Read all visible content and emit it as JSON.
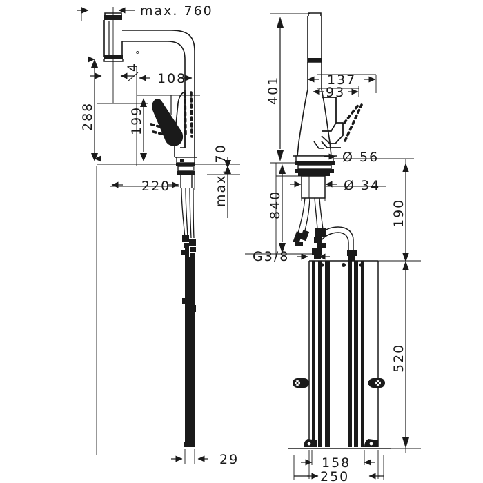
{
  "drawing": {
    "title": "Kitchen mixer tap technical dimension drawing",
    "line_color": "#1a1a1a",
    "background": "#ffffff",
    "views": [
      {
        "name": "side-view",
        "position": "left"
      },
      {
        "name": "front-view",
        "position": "right"
      }
    ]
  },
  "dimensions": {
    "max_760": "max. 760",
    "angle_4": "4",
    "degree_symbol": "°",
    "d108": "108",
    "d288": "288",
    "d199": "199",
    "d220": "220",
    "max_70": "max. 70",
    "d29": "29",
    "d401": "401",
    "d137": "137",
    "d93": "93",
    "dia56": "Ø 56",
    "dia34": "Ø 34",
    "d840": "840",
    "g38": "G3/8",
    "d190": "190",
    "d520": "520",
    "d158": "158",
    "d250": "250"
  }
}
